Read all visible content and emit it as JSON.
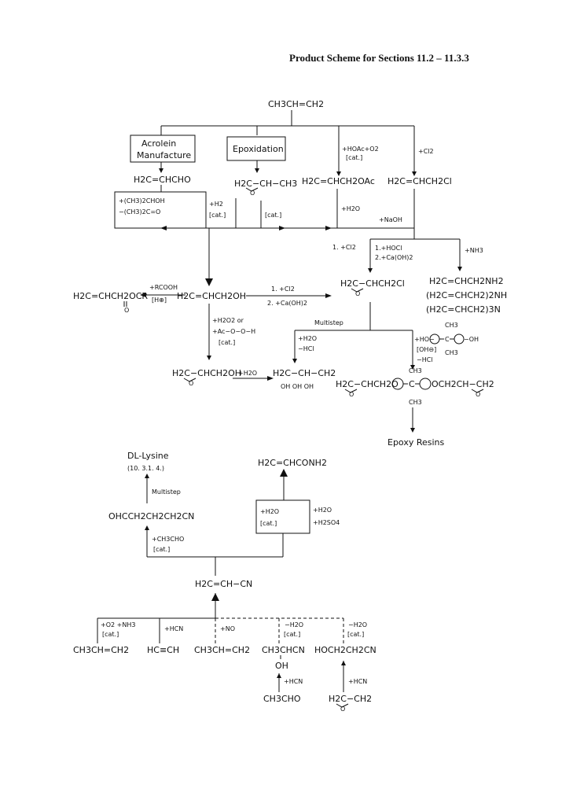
{
  "page_title": "Product Scheme for Sections 11.2 – 11.3.3",
  "nodes": {
    "propene_top": "CH3CH=CH2",
    "acrolein_box_1": "Acrolein",
    "acrolein_box_2": "Manufacture",
    "epoxidation_box": "Epoxidation",
    "acrolein": "H2C=CHCHO",
    "propylene_oxide_top": "H2C−CH−CH3",
    "propylene_oxide_o": "O",
    "allyl_acetate": "H2C=CHCH2OAc",
    "allyl_chloride": "H2C=CHCH2Cl",
    "allyl_ester_1": "H2C=CHCH2OCR",
    "allyl_ester_2": "O",
    "allyl_alcohol": "H2C=CHCH2OH",
    "epichlorohydrin": "H2C−CHCH2Cl",
    "epichlorohydrin_o": "O",
    "allylamine": "H2C=CHCH2NH2",
    "diallylamine": "(H2C=CHCH2)2NH",
    "triallylamine": "(H2C=CHCH2)3N",
    "bisphenol_ch3_top": "CH3",
    "bisphenol_ch3_bot": "CH3",
    "bisphenol_c": "C",
    "glycidol": "H2C−CHCH2OH",
    "glycidol_o": "O",
    "glycerol": "H2C−CH−CH2",
    "glycerol_oh": "OH OH OH",
    "epoxy_resin_left": "H2C−CHCH2O",
    "epoxy_resin_mid": "C",
    "epoxy_resin_right": "OCH2CH−CH2",
    "epoxy_resin_ch3_top": "CH3",
    "epoxy_resin_ch3_bot": "CH3",
    "epoxy_resin_o1": "O",
    "epoxy_resin_o2": "O",
    "epoxy_resins": "Epoxy Resins",
    "lysine_1": "DL-Lysine",
    "lysine_2": "(10. 3.1. 4.)",
    "acrylamide": "H2C=CHCONH2",
    "cyanobutanal": "OHCCH2CH2CH2CN",
    "acrylonitrile": "H2C=CH−CN",
    "propene_bottom_1": "CH3CH=CH2",
    "acetylene": "HC≡CH",
    "propene_bottom_2": "CH3CH=CH2",
    "lactonitrile": "CH3CHCN",
    "lactonitrile_oh": "OH",
    "hydracrylonitrile": "HOCH2CH2CN",
    "acetaldehyde": "CH3CHO",
    "ethylene_oxide": "H2C−CH2",
    "ethylene_oxide_o": "O"
  },
  "reagents": {
    "hoac_o2_1": "+HOAc+O2",
    "hoac_o2_2": "[cat.]",
    "cl2_top": "+Cl2",
    "ipa_1": "+(CH3)2CHOH",
    "ipa_2": "−(CH3)2C=O",
    "h2": "+H2",
    "cat_h2": "[cat.]",
    "cat_epox": "[cat.]",
    "h2o_acetate": "+H2O",
    "naoh": "+NaOH",
    "cl2_step": "1. +Cl2",
    "hocl_1": "1.+HOCl",
    "hocl_2": "2.+Ca(OH)2",
    "nh3": "+NH3",
    "rcooh": "+RCOOH",
    "h_plus": "[H⊕]",
    "cl2_ca_1": "1. +Cl2",
    "cl2_ca_2": "2. +Ca(OH)2",
    "multistep_1": "Multistep",
    "h2o2_1": "+H2O2 or",
    "h2o2_2": "+Ac−O−O−H",
    "h2o2_3": "[cat.]",
    "h2o_hcl_1": "+H2O",
    "h2o_hcl_2": "−HCl",
    "h2o_glycerol": "+H2O",
    "ho_bisphenol": "+HO−",
    "bisphenol_oh": "−OH",
    "oh_minus": "[OH⊖]",
    "minus_hcl": "−HCl",
    "multistep_2": "Multistep",
    "ch3cho_cat_1": "+CH3CHO",
    "ch3cho_cat_2": "[cat.]",
    "h2o_box_1": "+H2O",
    "h2o_box_2": "[cat.]",
    "h2o_h2so4_1": "+H2O",
    "h2o_h2so4_2": "+H2SO4",
    "o2_nh3_1": "+O2 +NH3",
    "o2_nh3_2": "[cat.]",
    "hcn_1": "+HCN",
    "no": "+NO",
    "minus_h2o_1a": "−H2O",
    "minus_h2o_1b": "[cat.]",
    "minus_h2o_2a": "−H2O",
    "minus_h2o_2b": "[cat.]",
    "hcn_2": "+HCN",
    "hcn_3": "+HCN"
  }
}
